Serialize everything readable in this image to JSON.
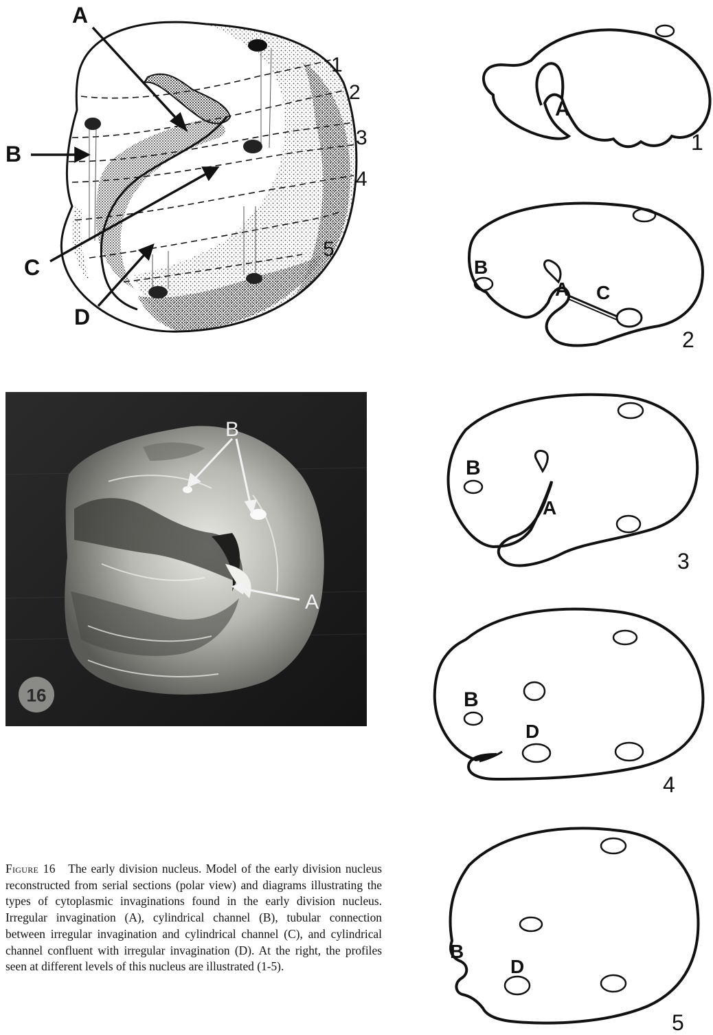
{
  "figure": {
    "label": "Figure 16",
    "badge": "16",
    "caption_title": "The early division nucleus.",
    "caption_body": "Model of the early division nucleus reconstructed from serial sections (polar view) and diagrams illustrating the types of cytoplasmic invaginations found in the early division nucleus. Irregular invagination (A), cylindrical channel (B), tubular connection between irregular invagination and cylindrical channel (C), and cylindrical channel confluent with irregular invagination (D). At the right, the profiles seen at different levels of this nucleus are illustrated (1-5)."
  },
  "model_drawing": {
    "pointer_labels": [
      "A",
      "B",
      "C",
      "D"
    ],
    "level_labels": [
      "1",
      "2",
      "3",
      "4",
      "5"
    ]
  },
  "photo": {
    "labels": [
      "B",
      "A"
    ]
  },
  "profiles": [
    {
      "number": "1",
      "labels": [
        "A"
      ]
    },
    {
      "number": "2",
      "labels": [
        "B",
        "A",
        "C"
      ]
    },
    {
      "number": "3",
      "labels": [
        "B",
        "A"
      ]
    },
    {
      "number": "4",
      "labels": [
        "B",
        "D"
      ]
    },
    {
      "number": "5",
      "labels": [
        "B",
        "D"
      ]
    }
  ]
}
